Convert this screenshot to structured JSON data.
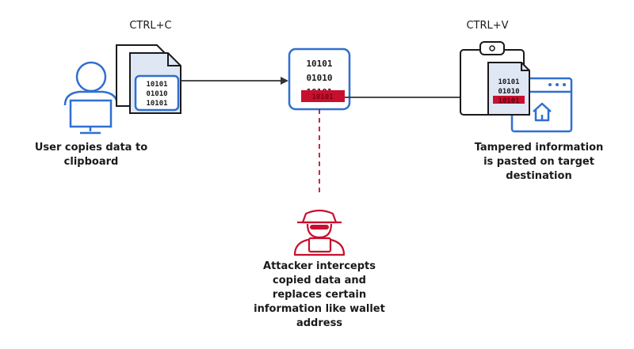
{
  "shortcuts": {
    "copy": "CTRL+C",
    "paste": "CTRL+V"
  },
  "captions": {
    "user": "User copies data to\nclipboard",
    "target": "Tampered information\nis pasted on target\ndestination",
    "attacker": "Attacker intercepts\ncopied data and\nreplaces certain\ninformation like wallet\naddress"
  },
  "binary_lines": [
    "10101",
    "01010",
    "10101"
  ],
  "colors": {
    "stroke": "#1a1a1a",
    "accent_blue": "#2f6fd1",
    "doc_fill": "#dfe7f5",
    "tamper_red": "#c8102e"
  }
}
